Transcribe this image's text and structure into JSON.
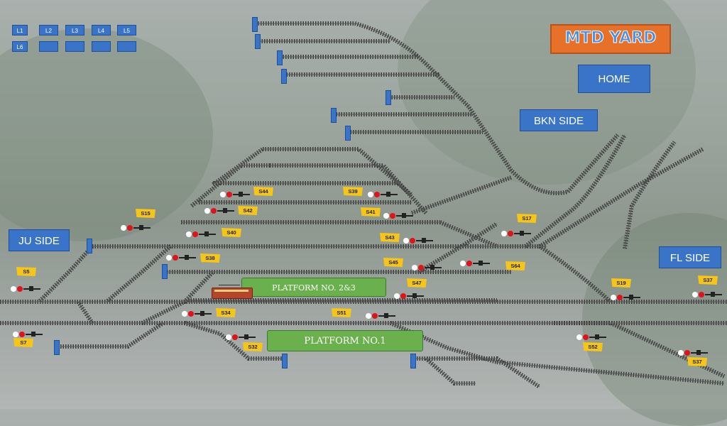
{
  "title": "MTD YARD",
  "home_label": "HOME",
  "sides": {
    "ju": "JU SIDE",
    "bkn": "BKN SIDE",
    "fl": "FL SIDE"
  },
  "platforms": {
    "p23": "PLATFORM NO. 2&3",
    "p1": "PLATFORM NO.1"
  },
  "line_buttons": [
    "L1",
    "L2",
    "L3",
    "L4",
    "L5",
    "L6",
    "",
    "",
    "",
    ""
  ],
  "signals": {
    "s5": "S5",
    "s7": "S7",
    "s15": "S15",
    "s17": "S17",
    "s19": "S19",
    "s32": "S32",
    "s34": "S34",
    "s37a": "S37",
    "s37b": "S37",
    "s38": "S38",
    "s39": "S39",
    "s40": "S40",
    "s41": "S41",
    "s42": "S42",
    "s43": "S43",
    "s44": "S44",
    "s45": "S45",
    "s47": "S47",
    "s51": "S51",
    "s52": "S52",
    "s64": "S64"
  },
  "colors": {
    "track": "#3b3b3b",
    "signal_red": "#e0121b",
    "flag": "#f5c518",
    "button": "#3a74c9",
    "platform": "#6ab04c",
    "title_bg": "#e8712a"
  }
}
